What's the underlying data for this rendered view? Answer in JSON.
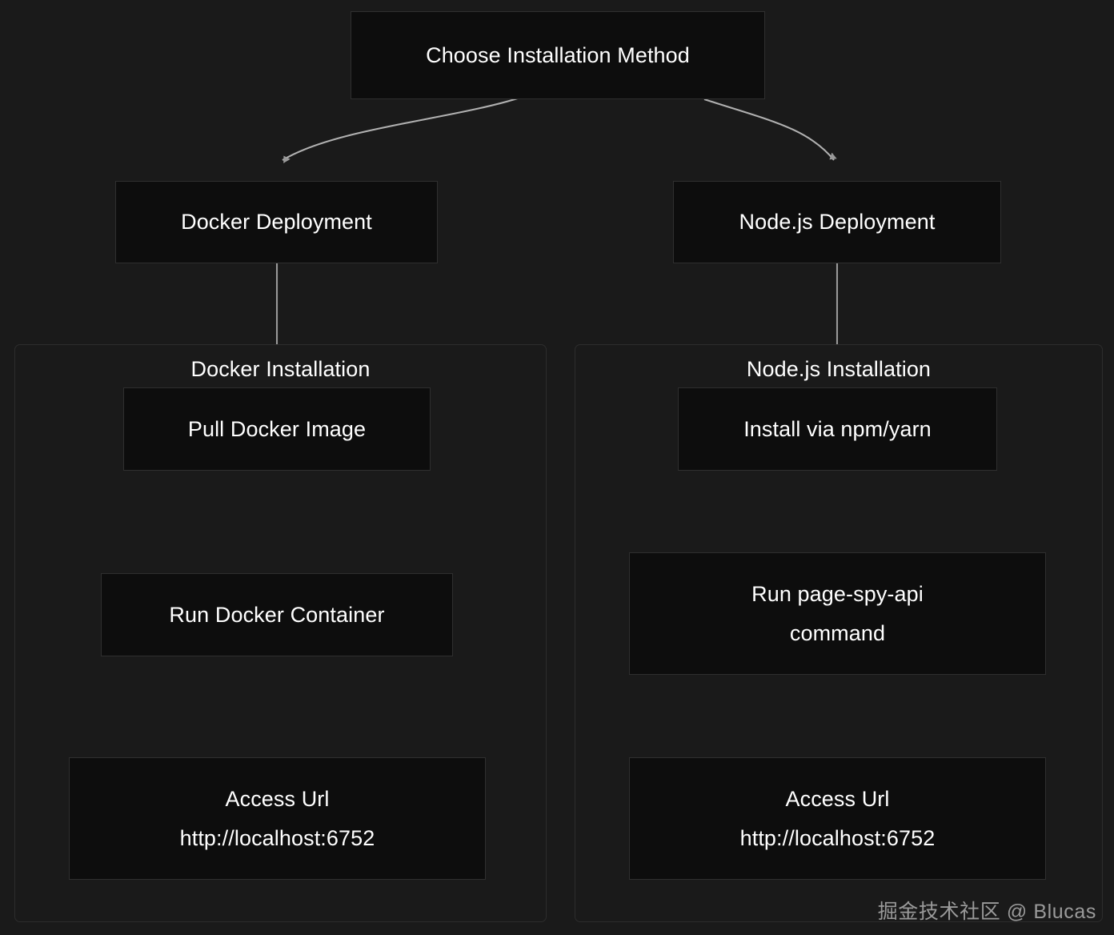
{
  "diagram": {
    "title": "Choose Installation Method",
    "background_color": "#1a1a1a",
    "node_fill_color": "#0d0d0d",
    "node_border_color": "#2f2f2f",
    "edge_color": "#999999",
    "text_color": "#ffffff",
    "root": {
      "label": "Choose Installation Method"
    },
    "branches": {
      "docker": {
        "deployment_label": "Docker Deployment",
        "subgraph_label": "Docker Installation",
        "steps": [
          {
            "label": "Pull Docker Image"
          },
          {
            "label": "Run Docker Container"
          },
          {
            "label": "Access Url\nhttp://localhost:6752"
          }
        ]
      },
      "node": {
        "deployment_label": "Node.js Deployment",
        "subgraph_label": "Node.js Installation",
        "steps": [
          {
            "label": "Install via npm/yarn"
          },
          {
            "label": "Run page-spy-api\ncommand"
          },
          {
            "label": "Access Url\nhttp://localhost:6752"
          }
        ]
      }
    },
    "watermark": "掘金技术社区 @ Blucas"
  }
}
